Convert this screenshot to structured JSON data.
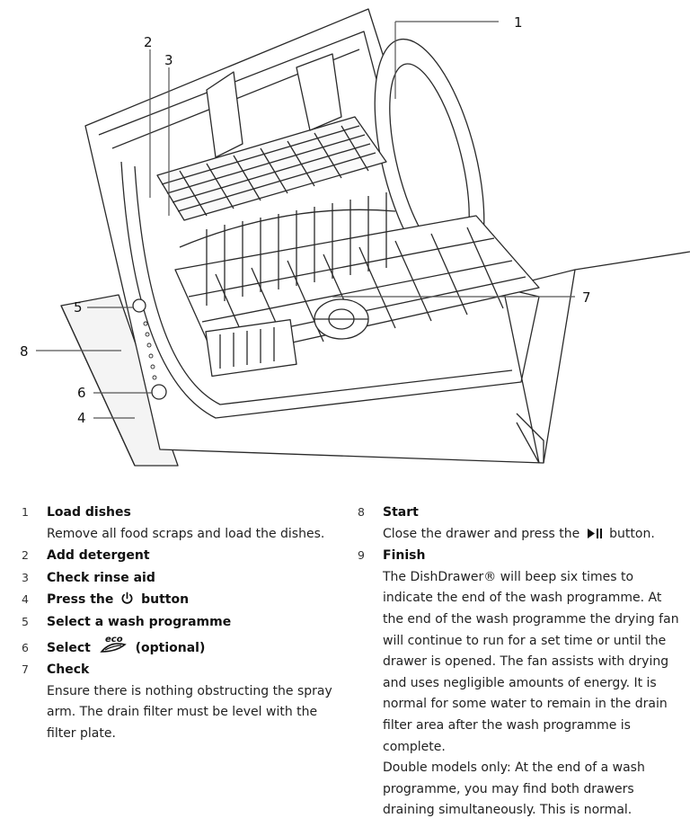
{
  "callouts": [
    "1",
    "2",
    "3",
    "4",
    "5",
    "6",
    "7",
    "8"
  ],
  "left_steps": [
    {
      "num": "1",
      "title": "Load dishes",
      "body": "Remove all food scraps and load the dishes."
    },
    {
      "num": "2",
      "title": "Add detergent"
    },
    {
      "num": "3",
      "title": "Check rinse aid"
    },
    {
      "num": "4",
      "title_pre": "Press the",
      "title_icon": "power-icon",
      "title_post": "button"
    },
    {
      "num": "5",
      "title": "Select a wash programme"
    },
    {
      "num": "6",
      "title_pre": "Select",
      "title_icon": "eco-icon",
      "title_eco_text": "eco",
      "title_post": "(optional)"
    },
    {
      "num": "7",
      "title": "Check",
      "body": "Ensure there is nothing obstructing the spray arm.  The drain filter must be level with the filter plate."
    }
  ],
  "right_steps": [
    {
      "num": "8",
      "title": "Start",
      "body_pre": "Close the drawer and press the",
      "body_icon": "play-pause-icon",
      "body_post": "button."
    },
    {
      "num": "9",
      "title": "Finish",
      "body": "The DishDrawer® will beep six times to indicate the end of the wash programme. At the end of the wash programme the drying fan will continue to run for a set time or until the drawer is opened. The fan assists with drying and uses negligible amounts of energy. It is normal for some water to remain in the drain filter area after the wash programme is complete.",
      "body2": "Double models only: At the end of a wash programme, you may find both drawers draining simultaneously. This is normal."
    }
  ]
}
